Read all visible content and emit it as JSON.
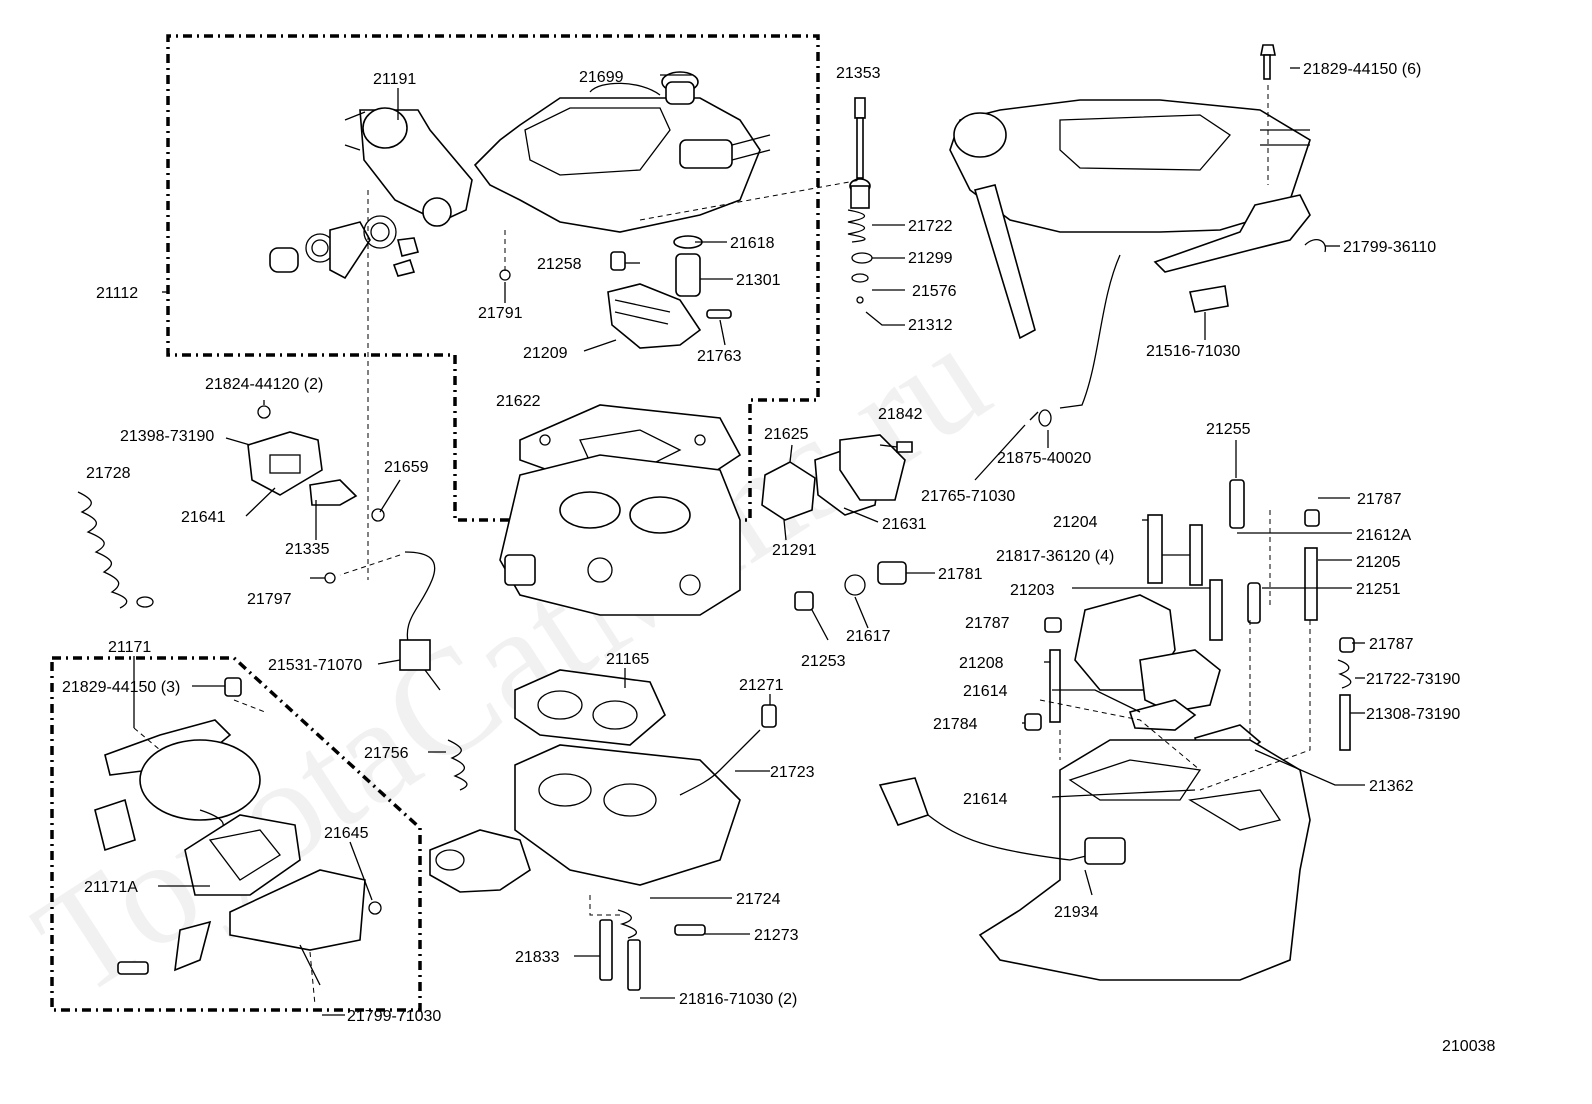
{
  "diagram": {
    "watermark": "ToyotaCatMins.ru",
    "figure_number": "210038",
    "callouts": [
      "21191",
      "21699",
      "21353",
      "21829-44150 (6)",
      "21722",
      "21618",
      "21299",
      "21799-36110",
      "21258",
      "21301",
      "21576",
      "21112",
      "21791",
      "21312",
      "21516-71030",
      "21209",
      "21763",
      "21824-44120 (2)",
      "21622",
      "21842",
      "21398-73190",
      "21625",
      "21875-40020",
      "21255",
      "21659",
      "21728",
      "21641",
      "21631",
      "21765-71030",
      "21787",
      "21204",
      "21612A",
      "21335",
      "21291",
      "21817-36120 (4)",
      "21205",
      "21781",
      "21203",
      "21251",
      "21797",
      "21787",
      "21617",
      "21253",
      "21171",
      "21787",
      "21208",
      "21531-71070",
      "21165",
      "21722-73190",
      "21829-44150 (3)",
      "21271",
      "21614",
      "21308-73190",
      "21784",
      "21756",
      "21723",
      "21362",
      "21614",
      "21645",
      "21171A",
      "21724",
      "21934",
      "21273",
      "21833",
      "21816-71030 (2)",
      "21799-71030"
    ]
  }
}
